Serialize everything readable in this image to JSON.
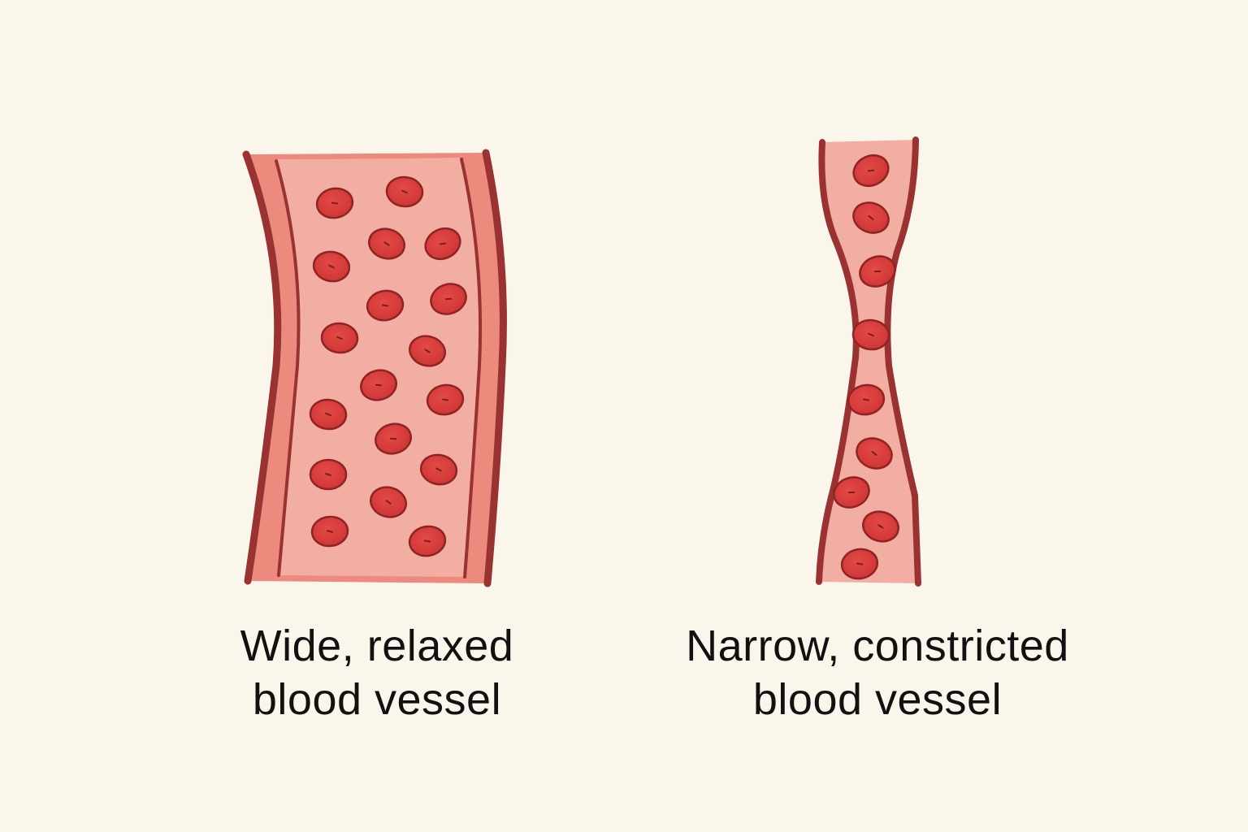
{
  "colors": {
    "background": "#fbf6ec",
    "vessel_wall_dark": "#9a3232",
    "vessel_wall_mid": "#ec8a7e",
    "vessel_interior": "#f3aea4",
    "blood_cell_fill": "#d93a3a",
    "blood_cell_outline": "#8e2424",
    "caption_text": "#111111"
  },
  "vessels": [
    {
      "id": "wide",
      "state": "relaxed",
      "caption_lines": [
        "Wide, relaxed",
        "blood vessel"
      ]
    },
    {
      "id": "narrow",
      "state": "constricted",
      "caption_lines": [
        "Narrow, constricted",
        "blood vessel"
      ]
    }
  ]
}
